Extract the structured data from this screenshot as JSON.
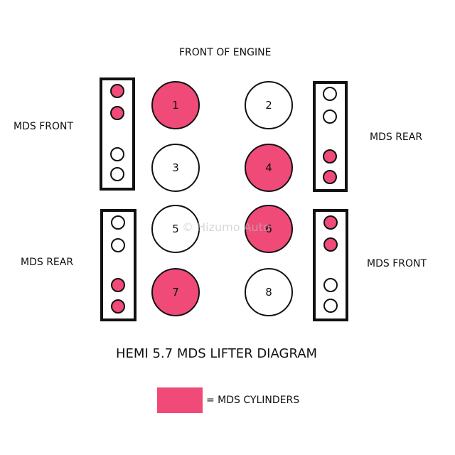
{
  "labels": {
    "front_of_engine": "FRONT OF ENGINE",
    "mds_front_left": "MDS FRONT",
    "mds_rear_right": "MDS REAR",
    "mds_rear_left": "MDS REAR",
    "mds_front_right": "MDS FRONT",
    "title": "HEMI 5.7 MDS LIFTER DIAGRAM",
    "legend": "= MDS CYLINDERS",
    "watermark": "© Hizumo Auto"
  },
  "cylinders": [
    {
      "number": "1",
      "mds": true
    },
    {
      "number": "2",
      "mds": false
    },
    {
      "number": "3",
      "mds": false
    },
    {
      "number": "4",
      "mds": true
    },
    {
      "number": "5",
      "mds": false
    },
    {
      "number": "6",
      "mds": true
    },
    {
      "number": "7",
      "mds": true
    },
    {
      "number": "8",
      "mds": false
    }
  ],
  "lifter_blocks": {
    "top_left": {
      "lifters_mds": [
        true,
        true,
        false,
        false
      ]
    },
    "top_right": {
      "lifters_mds": [
        false,
        false,
        true,
        true
      ]
    },
    "bottom_left": {
      "lifters_mds": [
        false,
        false,
        true,
        true
      ]
    },
    "bottom_right": {
      "lifters_mds": [
        true,
        true,
        false,
        false
      ]
    }
  },
  "colors": {
    "mds": "#f04a78",
    "outline": "#111111"
  }
}
